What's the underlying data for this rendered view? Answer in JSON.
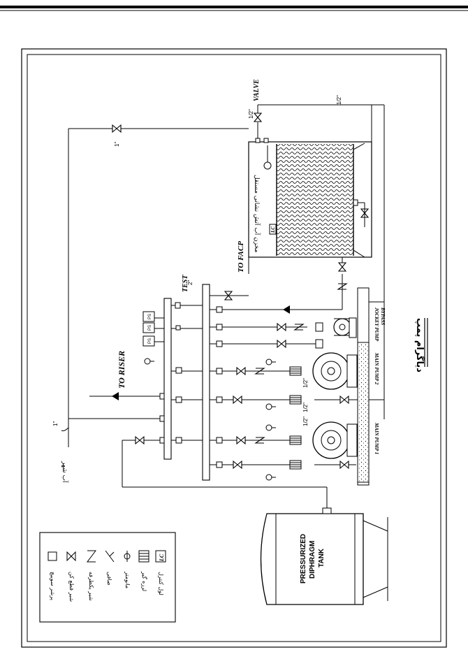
{
  "labels": {
    "to_riser": "TO RISER",
    "test": "TEST",
    "test_size": "2\"",
    "to_facp": "TO FACP",
    "valve": "VALVE",
    "half_inch": "1/2\"",
    "one_inch": "1\"",
    "jockey_pump": "JOCKEY PUMP",
    "bypass": "BYPASS",
    "main_pump_2": "MAIN PUMP 2",
    "main_pump_1": "MAIN PUMP 1",
    "tank_line1": "PRESSURIZED",
    "tank_line2": "DIPHRAGM",
    "tank_line3": "TANK",
    "reservoir": "مخزن آب آتش نشانی مستقل",
    "city_water": "آب شهر",
    "lc": "LC",
    "ps": "PS",
    "diagram_title": "دیاگرام پمپ"
  },
  "legend": [
    {
      "symbol": "pressure-switch-icon",
      "text": "پرشر سوییچ"
    },
    {
      "symbol": "gate-valve-icon",
      "text": "شیر قطع کن"
    },
    {
      "symbol": "check-valve-icon",
      "text": "شیر یکطرفه"
    },
    {
      "symbol": "strainer-icon",
      "text": "صافی"
    },
    {
      "symbol": "manometer-icon",
      "text": "مانومتر"
    },
    {
      "symbol": "vibration-isolator-icon",
      "text": "لرزه گیر"
    },
    {
      "symbol": "level-control-icon",
      "text": "لول کنترل",
      "symbol_text": "LC"
    }
  ]
}
